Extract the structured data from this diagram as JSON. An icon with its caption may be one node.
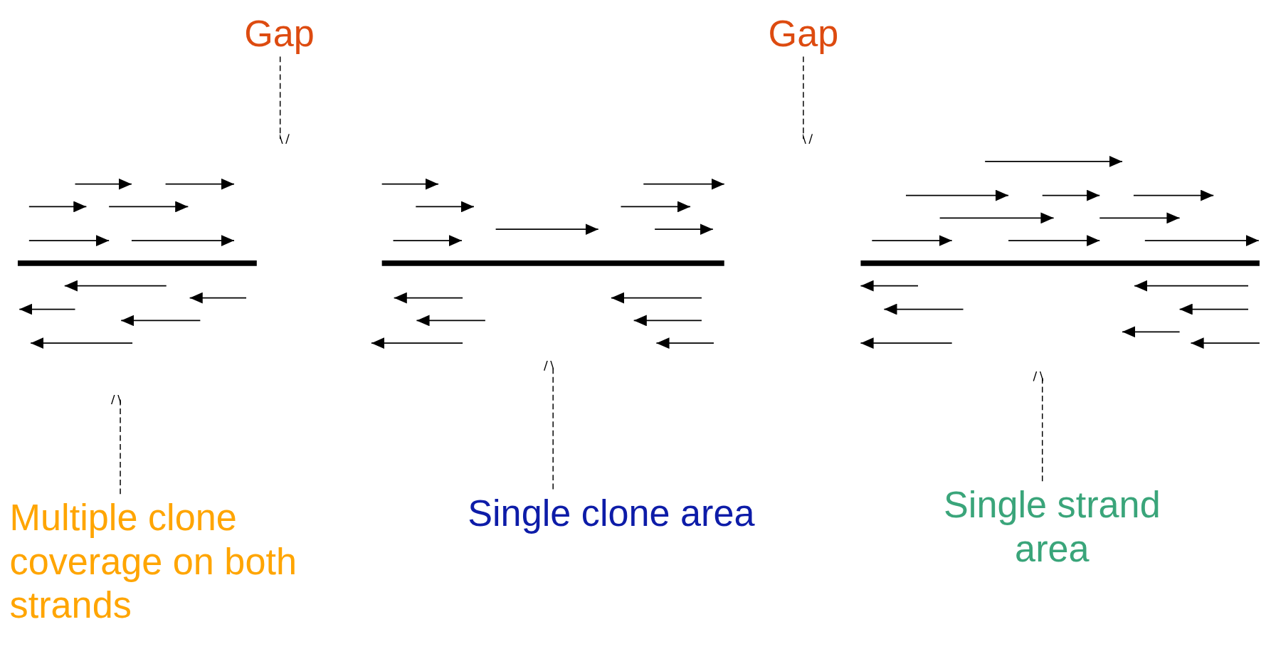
{
  "diagram": {
    "nodes": [
      {
        "text": [
          "Gap"
        ]
      },
      {
        "text": [
          "Gap"
        ]
      },
      {
        "text": [
          "Multiple clone coverage on both strands"
        ]
      },
      {
        "text": [
          "Single clone area"
        ]
      },
      {
        "text": [
          "Single strand area"
        ]
      }
    ],
    "edges": [
      {
        "from": 0,
        "to": null,
        "arrow": "to",
        "style": "dashed"
      },
      {
        "from": 1,
        "to": null,
        "arrow": "to",
        "style": "dashed"
      },
      {
        "from": 2,
        "to": null,
        "arrow": "to",
        "style": "dashed"
      },
      {
        "from": 3,
        "to": null,
        "arrow": "to",
        "style": "dashed"
      },
      {
        "from": 4,
        "to": null,
        "arrow": "to",
        "style": "dashed"
      }
    ]
  }
}
